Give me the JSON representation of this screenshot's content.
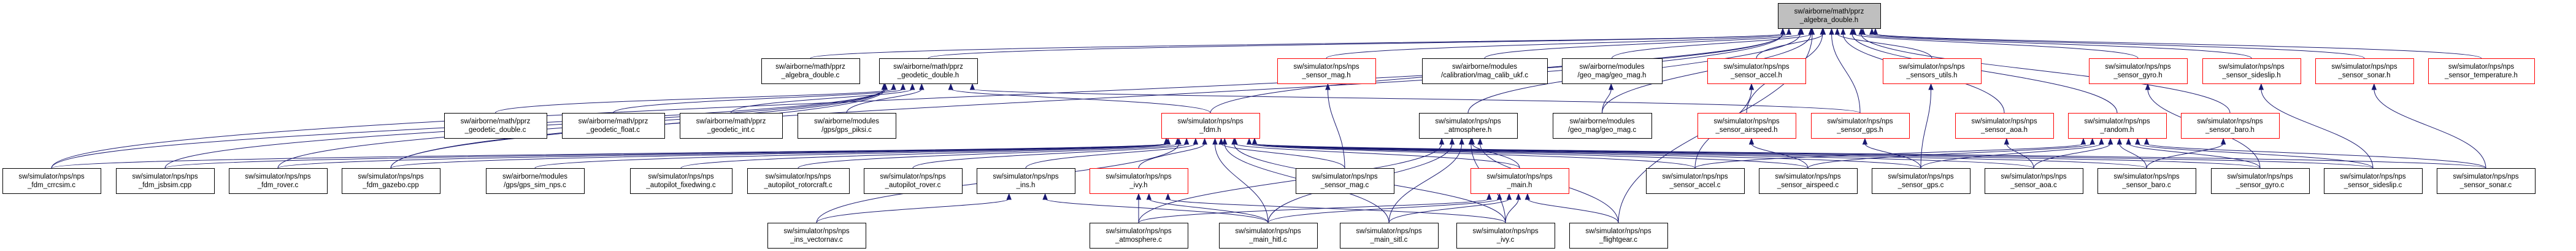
{
  "colors": {
    "edge": "#191970",
    "truncated_border": "#ff0000",
    "root_fill": "#bfbfbf",
    "node_border": "#000000"
  },
  "nodes": [
    {
      "id": "root",
      "lines": [
        "sw/airborne/math/pprz",
        "_algebra_double.h"
      ],
      "root": true
    },
    {
      "id": "alg_c",
      "lines": [
        "sw/airborne/math/pprz",
        "_algebra_double.c"
      ]
    },
    {
      "id": "geo_h",
      "lines": [
        "sw/airborne/math/pprz",
        "_geodetic_double.h"
      ]
    },
    {
      "id": "smag_h",
      "lines": [
        "sw/simulator/nps/nps",
        "_sensor_mag.h"
      ],
      "red": true
    },
    {
      "id": "ukf_c",
      "lines": [
        "sw/airborne/modules",
        "/calibration/mag_calib_ukf.c"
      ]
    },
    {
      "id": "gmag_h",
      "lines": [
        "sw/airborne/modules",
        "/geo_mag/geo_mag.h"
      ]
    },
    {
      "id": "sacc_h",
      "lines": [
        "sw/simulator/nps/nps",
        "_sensor_accel.h"
      ],
      "red": true
    },
    {
      "id": "sutil_h",
      "lines": [
        "sw/simulator/nps/nps",
        "_sensors_utils.h"
      ],
      "red": true
    },
    {
      "id": "sgyro_h",
      "lines": [
        "sw/simulator/nps/nps",
        "_sensor_gyro.h"
      ],
      "red": true
    },
    {
      "id": "sslip_h",
      "lines": [
        "sw/simulator/nps/nps",
        "_sensor_sideslip.h"
      ],
      "red": true
    },
    {
      "id": "ssonar_h",
      "lines": [
        "sw/simulator/nps/nps",
        "_sensor_sonar.h"
      ],
      "red": true
    },
    {
      "id": "stemp_h",
      "lines": [
        "sw/simulator/nps/nps",
        "_sensor_temperature.h"
      ],
      "red": true
    },
    {
      "id": "geod_c",
      "lines": [
        "sw/airborne/math/pprz",
        "_geodetic_double.c"
      ]
    },
    {
      "id": "geof_c",
      "lines": [
        "sw/airborne/math/pprz",
        "_geodetic_float.c"
      ]
    },
    {
      "id": "geoi_c",
      "lines": [
        "sw/airborne/math/pprz",
        "_geodetic_int.c"
      ]
    },
    {
      "id": "piksi_c",
      "lines": [
        "sw/airborne/modules",
        "/gps/gps_piksi.c"
      ]
    },
    {
      "id": "fdm_h",
      "lines": [
        "sw/simulator/nps/nps",
        "_fdm.h"
      ],
      "red": true
    },
    {
      "id": "atm_h",
      "lines": [
        "sw/simulator/nps/nps",
        "_atmosphere.h"
      ]
    },
    {
      "id": "gmag_c",
      "lines": [
        "sw/airborne/modules",
        "/geo_mag/geo_mag.c"
      ]
    },
    {
      "id": "sair_h",
      "lines": [
        "sw/simulator/nps/nps",
        "_sensor_airspeed.h"
      ],
      "red": true
    },
    {
      "id": "sgps_h",
      "lines": [
        "sw/simulator/nps/nps",
        "_sensor_gps.h"
      ],
      "red": true
    },
    {
      "id": "saoa_h",
      "lines": [
        "sw/simulator/nps/nps",
        "_sensor_aoa.h"
      ],
      "red": true
    },
    {
      "id": "rand_h",
      "lines": [
        "sw/simulator/nps/nps",
        "_random.h"
      ],
      "red": true
    },
    {
      "id": "sbaro_h",
      "lines": [
        "sw/simulator/nps/nps",
        "_sensor_baro.h"
      ],
      "red": true
    },
    {
      "id": "crrc_c",
      "lines": [
        "sw/simulator/nps/nps",
        "_fdm_crrcsim.c"
      ]
    },
    {
      "id": "jsb_c",
      "lines": [
        "sw/simulator/nps/nps",
        "_fdm_jsbsim.cpp"
      ]
    },
    {
      "id": "rover_c",
      "lines": [
        "sw/simulator/nps/nps",
        "_fdm_rover.c"
      ]
    },
    {
      "id": "gazebo_c",
      "lines": [
        "sw/simulator/nps/nps",
        "_fdm_gazebo.cpp"
      ]
    },
    {
      "id": "gpssim_c",
      "lines": [
        "sw/airborne/modules",
        "/gps/gps_sim_nps.c"
      ]
    },
    {
      "id": "apfw_c",
      "lines": [
        "sw/simulator/nps/nps",
        "_autopilot_fixedwing.c"
      ]
    },
    {
      "id": "aprc_c",
      "lines": [
        "sw/simulator/nps/nps",
        "_autopilot_rotorcraft.c"
      ]
    },
    {
      "id": "aprv_c",
      "lines": [
        "sw/simulator/nps/nps",
        "_autopilot_rover.c"
      ]
    },
    {
      "id": "ins_h",
      "lines": [
        "sw/simulator/nps/nps",
        "_ins.h"
      ]
    },
    {
      "id": "ivy_h",
      "lines": [
        "sw/simulator/nps/nps",
        "_ivy.h"
      ],
      "red": true
    },
    {
      "id": "smag_c",
      "lines": [
        "sw/simulator/nps/nps",
        "_sensor_mag.c"
      ]
    },
    {
      "id": "main_h",
      "lines": [
        "sw/simulator/nps/nps",
        "_main.h"
      ],
      "red": true
    },
    {
      "id": "sacc_c",
      "lines": [
        "sw/simulator/nps/nps",
        "_sensor_accel.c"
      ]
    },
    {
      "id": "sair_c",
      "lines": [
        "sw/simulator/nps/nps",
        "_sensor_airspeed.c"
      ]
    },
    {
      "id": "sgps_c",
      "lines": [
        "sw/simulator/nps/nps",
        "_sensor_gps.c"
      ]
    },
    {
      "id": "saoa_c",
      "lines": [
        "sw/simulator/nps/nps",
        "_sensor_aoa.c"
      ]
    },
    {
      "id": "sbaro_c",
      "lines": [
        "sw/simulator/nps/nps",
        "_sensor_baro.c"
      ]
    },
    {
      "id": "sgyro_c",
      "lines": [
        "sw/simulator/nps/nps",
        "_sensor_gyro.c"
      ]
    },
    {
      "id": "sslip_c",
      "lines": [
        "sw/simulator/nps/nps",
        "_sensor_sideslip.c"
      ]
    },
    {
      "id": "ssonar_c",
      "lines": [
        "sw/simulator/nps/nps",
        "_sensor_sonar.c"
      ]
    },
    {
      "id": "insvn_c",
      "lines": [
        "sw/simulator/nps/nps",
        "_ins_vectornav.c"
      ]
    },
    {
      "id": "atm_c",
      "lines": [
        "sw/simulator/nps/nps",
        "_atmosphere.c"
      ]
    },
    {
      "id": "hitl_c",
      "lines": [
        "sw/simulator/nps/nps",
        "_main_hitl.c"
      ]
    },
    {
      "id": "sitl_c",
      "lines": [
        "sw/simulator/nps/nps",
        "_main_sitl.c"
      ]
    },
    {
      "id": "ivy_c",
      "lines": [
        "sw/simulator/nps/nps",
        "_ivy.c"
      ]
    },
    {
      "id": "fg_c",
      "lines": [
        "sw/simulator/nps/nps",
        "_flightgear.c"
      ]
    }
  ],
  "edges": [
    [
      "alg_c",
      "root"
    ],
    [
      "geo_h",
      "root"
    ],
    [
      "smag_h",
      "root"
    ],
    [
      "ukf_c",
      "root"
    ],
    [
      "gmag_h",
      "root"
    ],
    [
      "sacc_h",
      "root"
    ],
    [
      "sutil_h",
      "root"
    ],
    [
      "sgyro_h",
      "root"
    ],
    [
      "sslip_h",
      "root"
    ],
    [
      "ssonar_h",
      "root"
    ],
    [
      "stemp_h",
      "root"
    ],
    [
      "fdm_h",
      "root"
    ],
    [
      "atm_h",
      "root"
    ],
    [
      "gmag_c",
      "root"
    ],
    [
      "sair_h",
      "root"
    ],
    [
      "sgps_h",
      "root"
    ],
    [
      "saoa_h",
      "root"
    ],
    [
      "rand_h",
      "root"
    ],
    [
      "sbaro_h",
      "root"
    ],
    [
      "crrc_c",
      "root"
    ],
    [
      "gazebo_c",
      "root"
    ],
    [
      "fg_c",
      "root"
    ],
    [
      "geod_c",
      "geo_h"
    ],
    [
      "geof_c",
      "geo_h"
    ],
    [
      "geoi_c",
      "geo_h"
    ],
    [
      "piksi_c",
      "geo_h"
    ],
    [
      "fdm_h",
      "geo_h"
    ],
    [
      "crrc_c",
      "geo_h"
    ],
    [
      "jsb_c",
      "geo_h"
    ],
    [
      "rover_c",
      "geo_h"
    ],
    [
      "gazebo_c",
      "geo_h"
    ],
    [
      "sgps_h",
      "geo_h"
    ],
    [
      "crrc_c",
      "fdm_h"
    ],
    [
      "jsb_c",
      "fdm_h"
    ],
    [
      "rover_c",
      "fdm_h"
    ],
    [
      "gazebo_c",
      "fdm_h"
    ],
    [
      "gpssim_c",
      "fdm_h"
    ],
    [
      "apfw_c",
      "fdm_h"
    ],
    [
      "aprc_c",
      "fdm_h"
    ],
    [
      "aprv_c",
      "fdm_h"
    ],
    [
      "ins_h",
      "fdm_h"
    ],
    [
      "ivy_h",
      "fdm_h"
    ],
    [
      "smag_c",
      "fdm_h"
    ],
    [
      "main_h",
      "fdm_h"
    ],
    [
      "sacc_c",
      "fdm_h"
    ],
    [
      "sair_c",
      "fdm_h"
    ],
    [
      "sgps_c",
      "fdm_h"
    ],
    [
      "saoa_c",
      "fdm_h"
    ],
    [
      "sbaro_c",
      "fdm_h"
    ],
    [
      "sgyro_c",
      "fdm_h"
    ],
    [
      "sslip_c",
      "fdm_h"
    ],
    [
      "ssonar_c",
      "fdm_h"
    ],
    [
      "hitl_c",
      "fdm_h"
    ],
    [
      "sitl_c",
      "fdm_h"
    ],
    [
      "ivy_c",
      "fdm_h"
    ],
    [
      "insvn_c",
      "fdm_h"
    ],
    [
      "smag_c",
      "smag_h"
    ],
    [
      "gmag_c",
      "gmag_h"
    ],
    [
      "sacc_c",
      "sacc_h"
    ],
    [
      "sgps_c",
      "sutil_h"
    ],
    [
      "sgyro_c",
      "sgyro_h"
    ],
    [
      "sslip_c",
      "sslip_h"
    ],
    [
      "ssonar_c",
      "ssonar_h"
    ],
    [
      "sair_c",
      "sair_h"
    ],
    [
      "sgps_c",
      "sgps_h"
    ],
    [
      "saoa_c",
      "saoa_h"
    ],
    [
      "sbaro_c",
      "sbaro_h"
    ],
    [
      "sacc_c",
      "rand_h"
    ],
    [
      "sair_c",
      "rand_h"
    ],
    [
      "sgps_c",
      "rand_h"
    ],
    [
      "saoa_c",
      "rand_h"
    ],
    [
      "sbaro_c",
      "rand_h"
    ],
    [
      "sgyro_c",
      "rand_h"
    ],
    [
      "sslip_c",
      "rand_h"
    ],
    [
      "ssonar_c",
      "rand_h"
    ],
    [
      "main_h",
      "atm_h"
    ],
    [
      "hitl_c",
      "atm_h"
    ],
    [
      "sitl_c",
      "atm_h"
    ],
    [
      "atm_c",
      "atm_h"
    ],
    [
      "fg_c",
      "atm_h"
    ],
    [
      "ivy_c",
      "atm_h"
    ],
    [
      "insvn_c",
      "ins_h"
    ],
    [
      "hitl_c",
      "ins_h"
    ],
    [
      "atm_c",
      "ivy_h"
    ],
    [
      "hitl_c",
      "ivy_h"
    ],
    [
      "ivy_c",
      "ivy_h"
    ],
    [
      "hitl_c",
      "main_h"
    ],
    [
      "sitl_c",
      "main_h"
    ],
    [
      "ivy_c",
      "main_h"
    ],
    [
      "fg_c",
      "main_h"
    ],
    [
      "atm_c",
      "main_h"
    ]
  ]
}
